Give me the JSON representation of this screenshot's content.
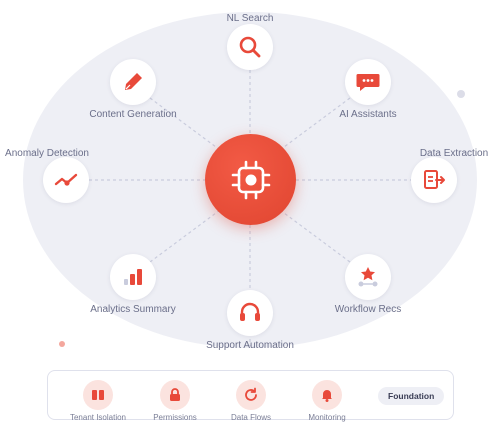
{
  "colors": {
    "accent": "#e8493a",
    "ring": "#eeeff5",
    "text": "#6b6f8a"
  },
  "hub": {
    "icon": "cpu-chip-icon"
  },
  "nodes": [
    {
      "label": "NL Search",
      "icon": "search-icon"
    },
    {
      "label": "AI Assistants",
      "icon": "chat-bubble-icon"
    },
    {
      "label": "Data Extraction",
      "icon": "document-export-icon"
    },
    {
      "label": "Workflow Recs",
      "icon": "workflow-star-icon"
    },
    {
      "label": "Support Automation",
      "icon": "headset-icon"
    },
    {
      "label": "Analytics Summary",
      "icon": "bar-chart-icon"
    },
    {
      "label": "Anomaly Detection",
      "icon": "trend-check-icon"
    },
    {
      "label": "Content Generation",
      "icon": "pen-icon"
    }
  ],
  "foundation": {
    "title": "Foundation",
    "items": [
      {
        "label": "Tenant Isolation",
        "icon": "tenant-blocks-icon"
      },
      {
        "label": "Permissions",
        "icon": "lock-icon"
      },
      {
        "label": "Data Flows",
        "icon": "refresh-icon"
      },
      {
        "label": "Monitoring",
        "icon": "bell-icon"
      }
    ]
  }
}
